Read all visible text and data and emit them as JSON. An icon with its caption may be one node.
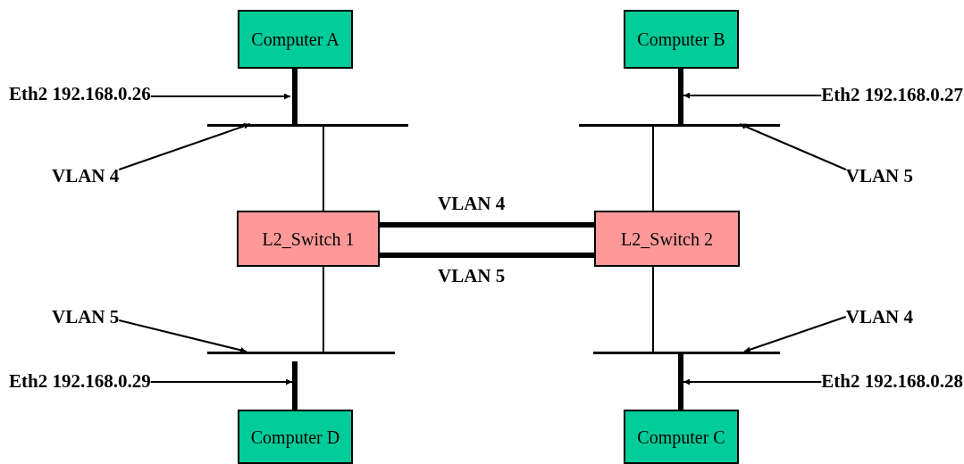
{
  "diagram": {
    "nodes": [
      {
        "text": [
          "Computer A"
        ]
      },
      {
        "text": [
          "Computer B"
        ]
      },
      {
        "text": [
          "Eth2 192.168.0.26"
        ]
      },
      {
        "text": [
          "Eth2 192.168.0.27"
        ]
      },
      {
        "text": [],
        "shape": "bar"
      },
      {
        "text": [],
        "shape": "bar"
      },
      {
        "text": [
          "VLAN 4"
        ]
      },
      {
        "text": [
          "VLAN 5"
        ]
      },
      {
        "text": [
          "L2_Switch 1"
        ]
      },
      {
        "text": [
          "L2_Switch 2"
        ]
      },
      {
        "text": [
          "VLAN 5"
        ]
      },
      {
        "text": [
          "VLAN 4"
        ]
      },
      {
        "text": [],
        "shape": "bar"
      },
      {
        "text": [],
        "shape": "bar"
      },
      {
        "text": [
          "Eth2 192.168.0.29"
        ]
      },
      {
        "text": [
          "Eth2 192.168.0.28"
        ]
      },
      {
        "text": [
          "Computer D"
        ]
      },
      {
        "text": [
          "Computer C"
        ]
      }
    ],
    "edges": [
      {
        "from": 0,
        "to": 4,
        "arrow": "none",
        "style": "thick"
      },
      {
        "from": 1,
        "to": 5,
        "arrow": "none",
        "style": "thick"
      },
      {
        "from": 4,
        "to": 8,
        "arrow": "none"
      },
      {
        "from": 5,
        "to": 9,
        "arrow": "none"
      },
      {
        "from": 8,
        "to": 9,
        "arrow": "none",
        "style": "thick",
        "label": "VLAN 4"
      },
      {
        "from": 8,
        "to": 9,
        "arrow": "none",
        "style": "thick",
        "label": "VLAN 5"
      },
      {
        "from": 8,
        "to": 12,
        "arrow": "none"
      },
      {
        "from": 9,
        "to": 13,
        "arrow": "none"
      },
      {
        "from": 12,
        "to": 16,
        "arrow": "none",
        "style": "thick"
      },
      {
        "from": 13,
        "to": 17,
        "arrow": "none",
        "style": "thick"
      },
      {
        "from": 2,
        "to": null,
        "arrow": "to"
      },
      {
        "from": 3,
        "to": null,
        "arrow": "to"
      },
      {
        "from": 6,
        "to": 4,
        "arrow": "to"
      },
      {
        "from": 7,
        "to": 5,
        "arrow": "to"
      },
      {
        "from": 10,
        "to": 12,
        "arrow": "to"
      },
      {
        "from": 11,
        "to": 13,
        "arrow": "to"
      },
      {
        "from": 14,
        "to": null,
        "arrow": "to"
      },
      {
        "from": 15,
        "to": null,
        "arrow": "to"
      }
    ]
  }
}
